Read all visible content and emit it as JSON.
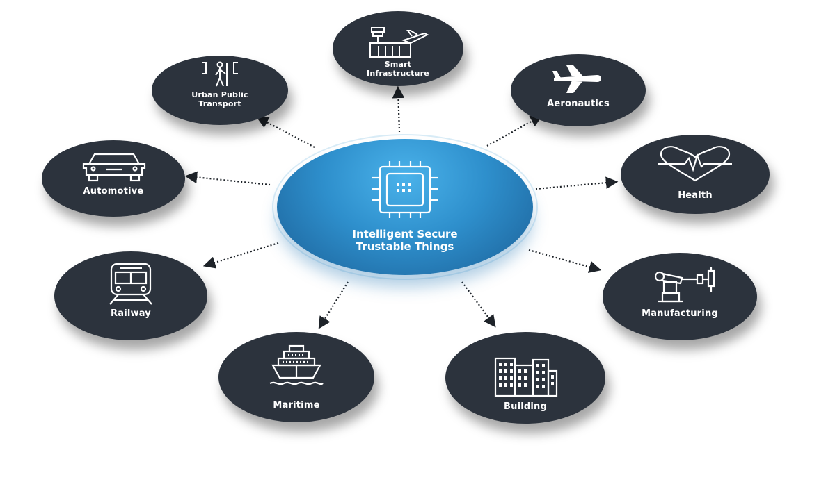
{
  "hub": {
    "line1": "Intelligent Secure",
    "line2": "Trustable Things"
  },
  "nodes": {
    "smart_infrastructure": {
      "line1": "Smart",
      "line2": "Infrastructure",
      "icon": "airport-tower-icon"
    },
    "urban_public_transport": {
      "line1": "Urban Public",
      "line2": "Transport",
      "icon": "transit-gate-icon"
    },
    "aeronautics": {
      "label": "Aeronautics",
      "icon": "airplane-icon"
    },
    "automotive": {
      "label": "Automotive",
      "icon": "car-icon"
    },
    "health": {
      "label": "Health",
      "icon": "heart-pulse-icon"
    },
    "railway": {
      "label": "Railway",
      "icon": "train-icon"
    },
    "manufacturing": {
      "label": "Manufacturing",
      "icon": "robot-arm-icon"
    },
    "maritime": {
      "label": "Maritime",
      "icon": "ship-icon"
    },
    "building": {
      "label": "Building",
      "icon": "buildings-icon"
    }
  },
  "colors": {
    "node": "#2c333d",
    "hub_light": "#4ab2ea",
    "hub_dark": "#1b5f96",
    "arrow": "#1e2329"
  }
}
